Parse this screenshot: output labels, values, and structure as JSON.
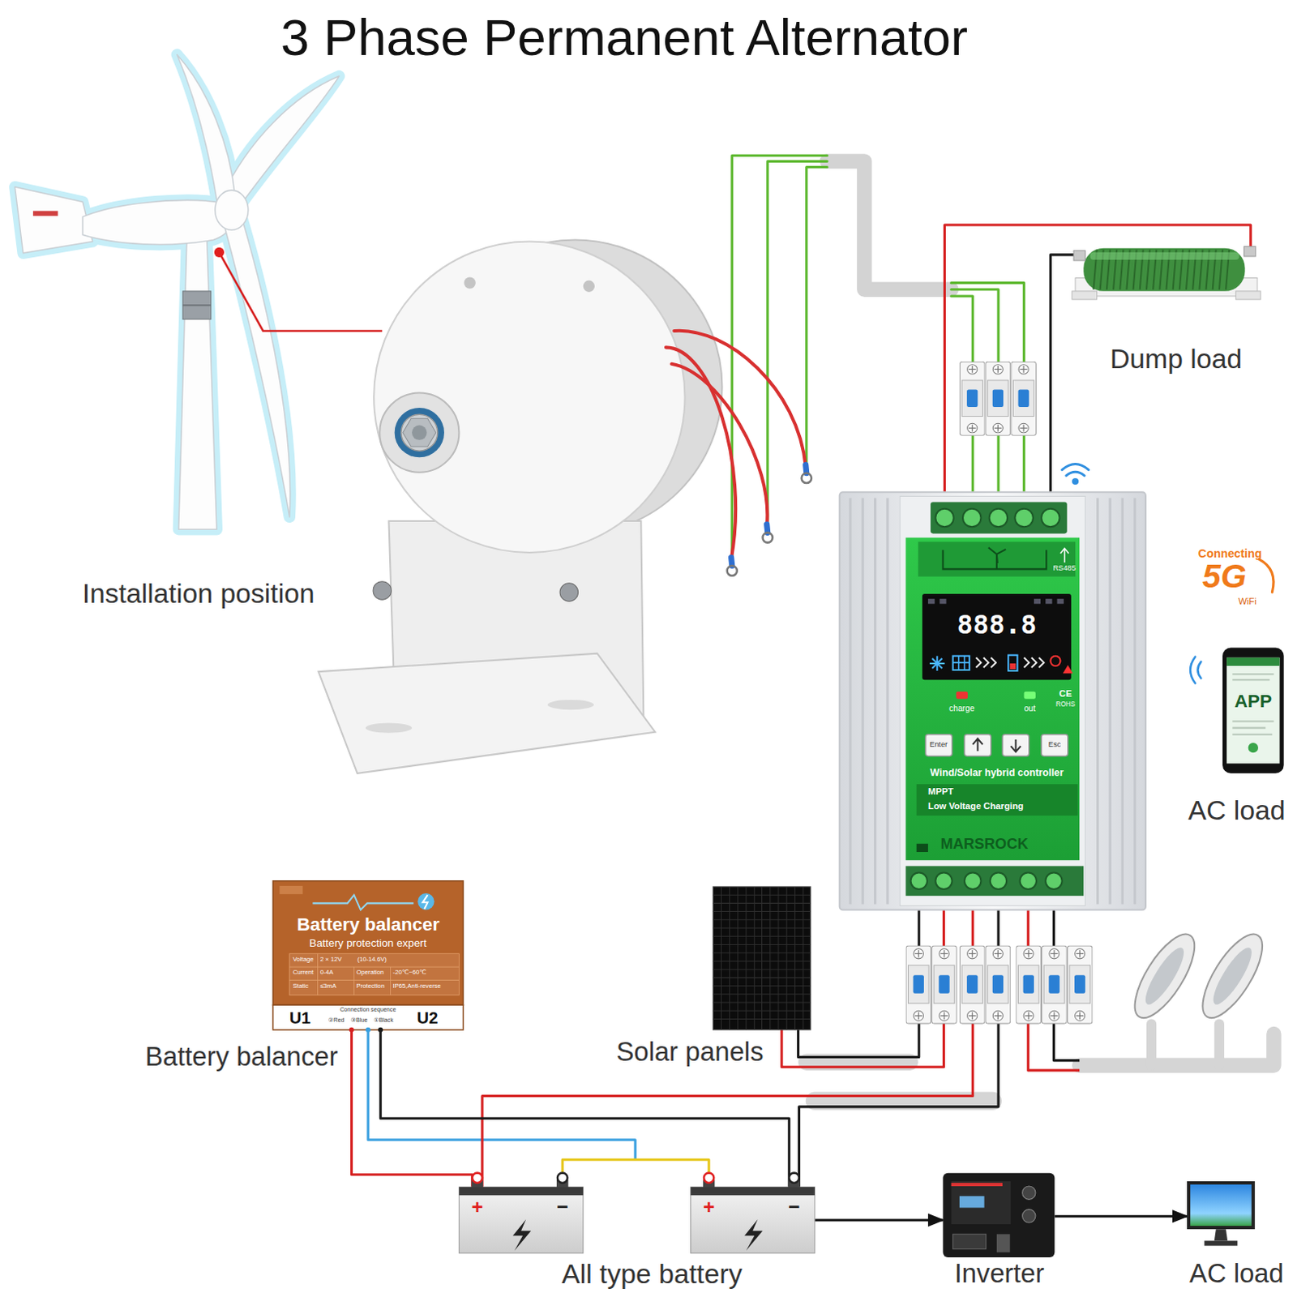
{
  "diagram": {
    "title": "3 Phase Permanent Alternator",
    "nodes": [
      {
        "text": [
          "Dump load"
        ]
      },
      {
        "text": [
          "RS485",
          "888.8",
          "charge",
          "out",
          "CE",
          "ROHS",
          "Enter",
          "Esc",
          "Wind/Solar hybrid controller",
          "MPPT",
          "Low Voltage Charging",
          "MARSROCK"
        ]
      },
      {
        "text": [
          "APP",
          "AC load"
        ]
      },
      {
        "text": [
          "Battery balancer",
          "Battery protection expert",
          "Voltage",
          "2 × 12V",
          "(10-14.6V)",
          "Current",
          "0-4A",
          "Operation",
          "-20℃~60℃",
          "Static",
          "≤3mA",
          "Protection",
          "IP65,Anti-reverse",
          "Connection sequence",
          "②Red",
          "③Blue",
          "①Black",
          "U1",
          "U2",
          "Battery balancer"
        ]
      },
      {
        "text": [
          "Solar panels"
        ]
      },
      {
        "text": [
          "+",
          "−"
        ]
      },
      {
        "text": [
          "+",
          "−"
        ]
      },
      {
        "text": [
          "Inverter"
        ]
      },
      {
        "text": [
          "AC load"
        ]
      }
    ],
    "edges": [
      {
        "from": 0,
        "to": 1,
        "arrow": "none"
      },
      {
        "from": 4,
        "to": 1,
        "arrow": "none"
      },
      {
        "from": 5,
        "to": 1,
        "arrow": "none"
      },
      {
        "from": 6,
        "to": 1,
        "arrow": "none"
      },
      {
        "from": 3,
        "to": 5,
        "arrow": "none"
      },
      {
        "from": 3,
        "to": 6,
        "arrow": "none"
      },
      {
        "from": 5,
        "to": 6,
        "arrow": "none"
      },
      {
        "from": 6,
        "to": 7,
        "arrow": "to"
      },
      {
        "from": 7,
        "to": 8,
        "arrow": "to"
      }
    ],
    "labels": [
      "Connecting",
      "5G",
      "WiFi",
      "Installation position",
      "All type battery"
    ]
  }
}
